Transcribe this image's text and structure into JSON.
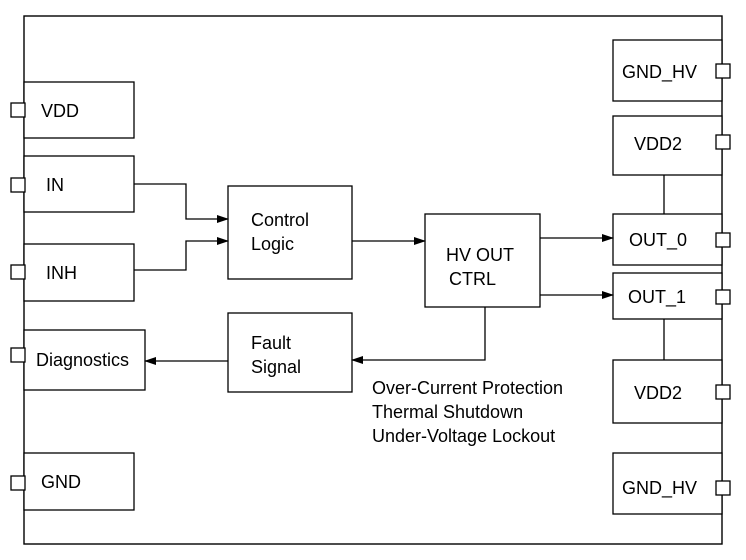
{
  "blocks": {
    "vdd": "VDD",
    "in": "IN",
    "inh": "INH",
    "diagnostics": "Diagnostics",
    "gnd": "GND",
    "control_logic": [
      "Control",
      "Logic"
    ],
    "hv_out_ctrl": [
      "HV OUT",
      "CTRL"
    ],
    "fault_signal": [
      "Fault",
      "Signal"
    ],
    "gnd_hv_top": "GND_HV",
    "vdd2_top": "VDD2",
    "out_0": "OUT_0",
    "out_1": "OUT_1",
    "vdd2_bottom": "VDD2",
    "gnd_hv_bottom": "GND_HV"
  },
  "protection_notes": [
    "Over-Current Protection",
    "Thermal Shutdown",
    "Under-Voltage Lockout"
  ]
}
